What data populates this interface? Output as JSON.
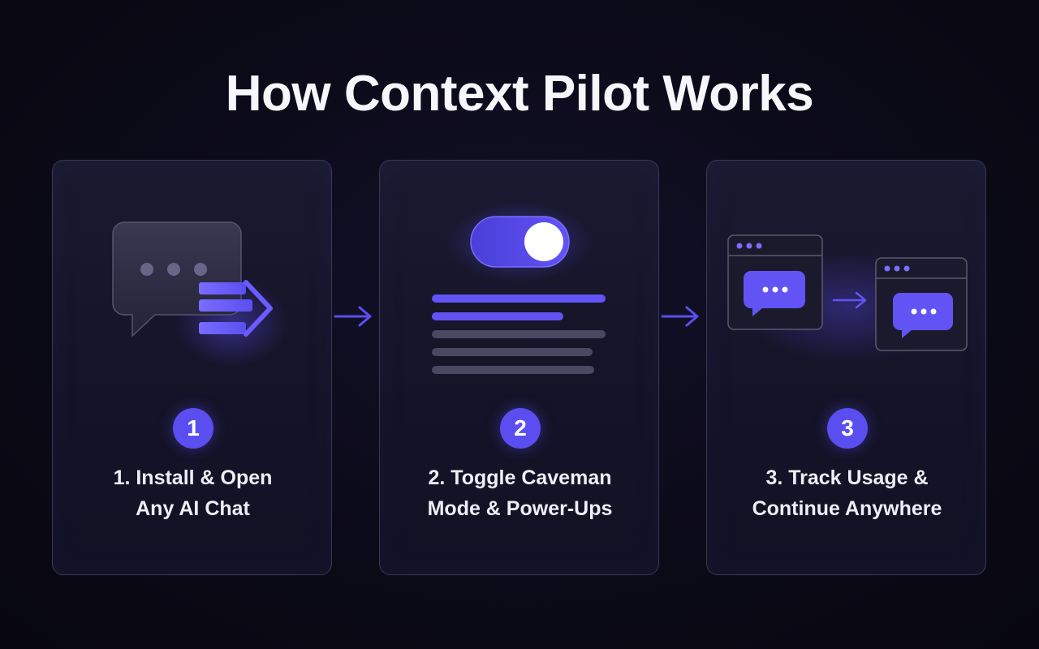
{
  "title": "How Context Pilot Works",
  "steps": [
    {
      "number": "1",
      "label_line1": "1. Install & Open",
      "label_line2": "Any AI Chat",
      "icon": "chat-bubble-forward-icon"
    },
    {
      "number": "2",
      "label_line1": "2. Toggle Caveman",
      "label_line2": "Mode & Power-Ups",
      "icon": "toggle-switch-icon"
    },
    {
      "number": "3",
      "label_line1": "3. Track Usage &",
      "label_line2": "Continue Anywhere",
      "icon": "chat-windows-transfer-icon"
    }
  ],
  "colors": {
    "accent": "#5b4ef0",
    "accent_light": "#7a6cff",
    "card_border": "#3a3852",
    "background": "#0b0a18"
  }
}
